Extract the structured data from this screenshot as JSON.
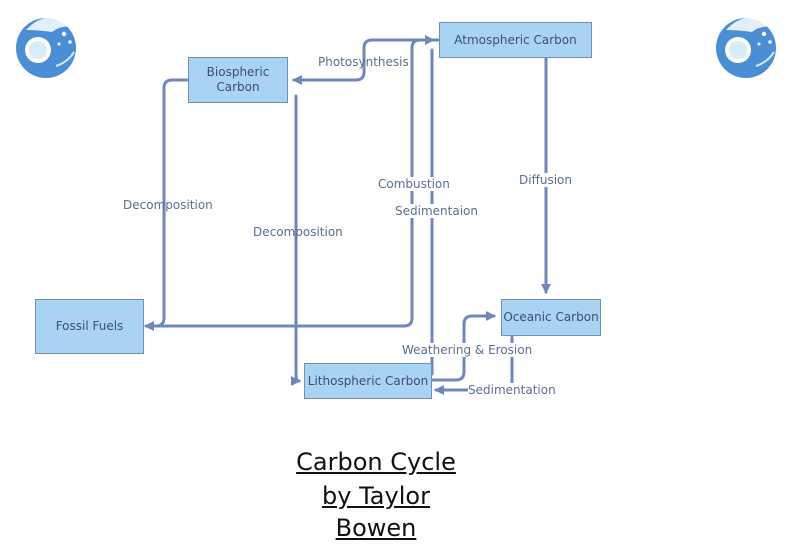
{
  "nodes": {
    "atmospheric": "Atmospheric Carbon",
    "biospheric": "Biospheric\nCarbon",
    "fossil": "Fossil Fuels",
    "oceanic": "Oceanic Carbon",
    "lithospheric": "Lithospheric Carbon"
  },
  "edges": {
    "photosynthesis": "Photosynthesis",
    "decomposition_fossil": "Decomposition",
    "decomposition_litho": "Decomposition",
    "combustion": "Combustion",
    "sedimentation_atm": "Sedimentaion",
    "diffusion": "Diffusion",
    "weathering": "Weathering & Erosion",
    "sedimentation_ocean": "Sedimentation"
  },
  "title": {
    "line1": "Carbon Cycle",
    "line2": "by Taylor",
    "line3": "Bowen"
  },
  "colors": {
    "box_fill": "#a9d3f3",
    "box_border": "#6f8fb8",
    "arrow": "#6f87bd",
    "logo": "#4a90d9"
  },
  "icons": [
    "globe-logo-icon",
    "globe-logo-icon"
  ]
}
